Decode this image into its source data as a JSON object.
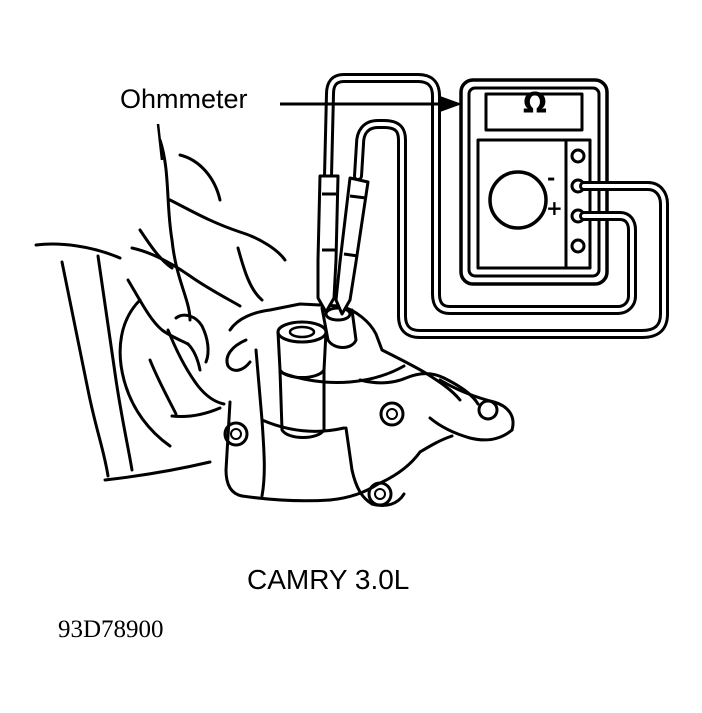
{
  "callout": {
    "label": "Ohmmeter"
  },
  "meter": {
    "display_symbol": "Ω",
    "terminal_negative": "-",
    "terminal_positive": "+"
  },
  "caption": "CAMRY 3.0L",
  "figure_id": "93D78900",
  "colors": {
    "ink": "#000000",
    "paper": "#ffffff"
  }
}
